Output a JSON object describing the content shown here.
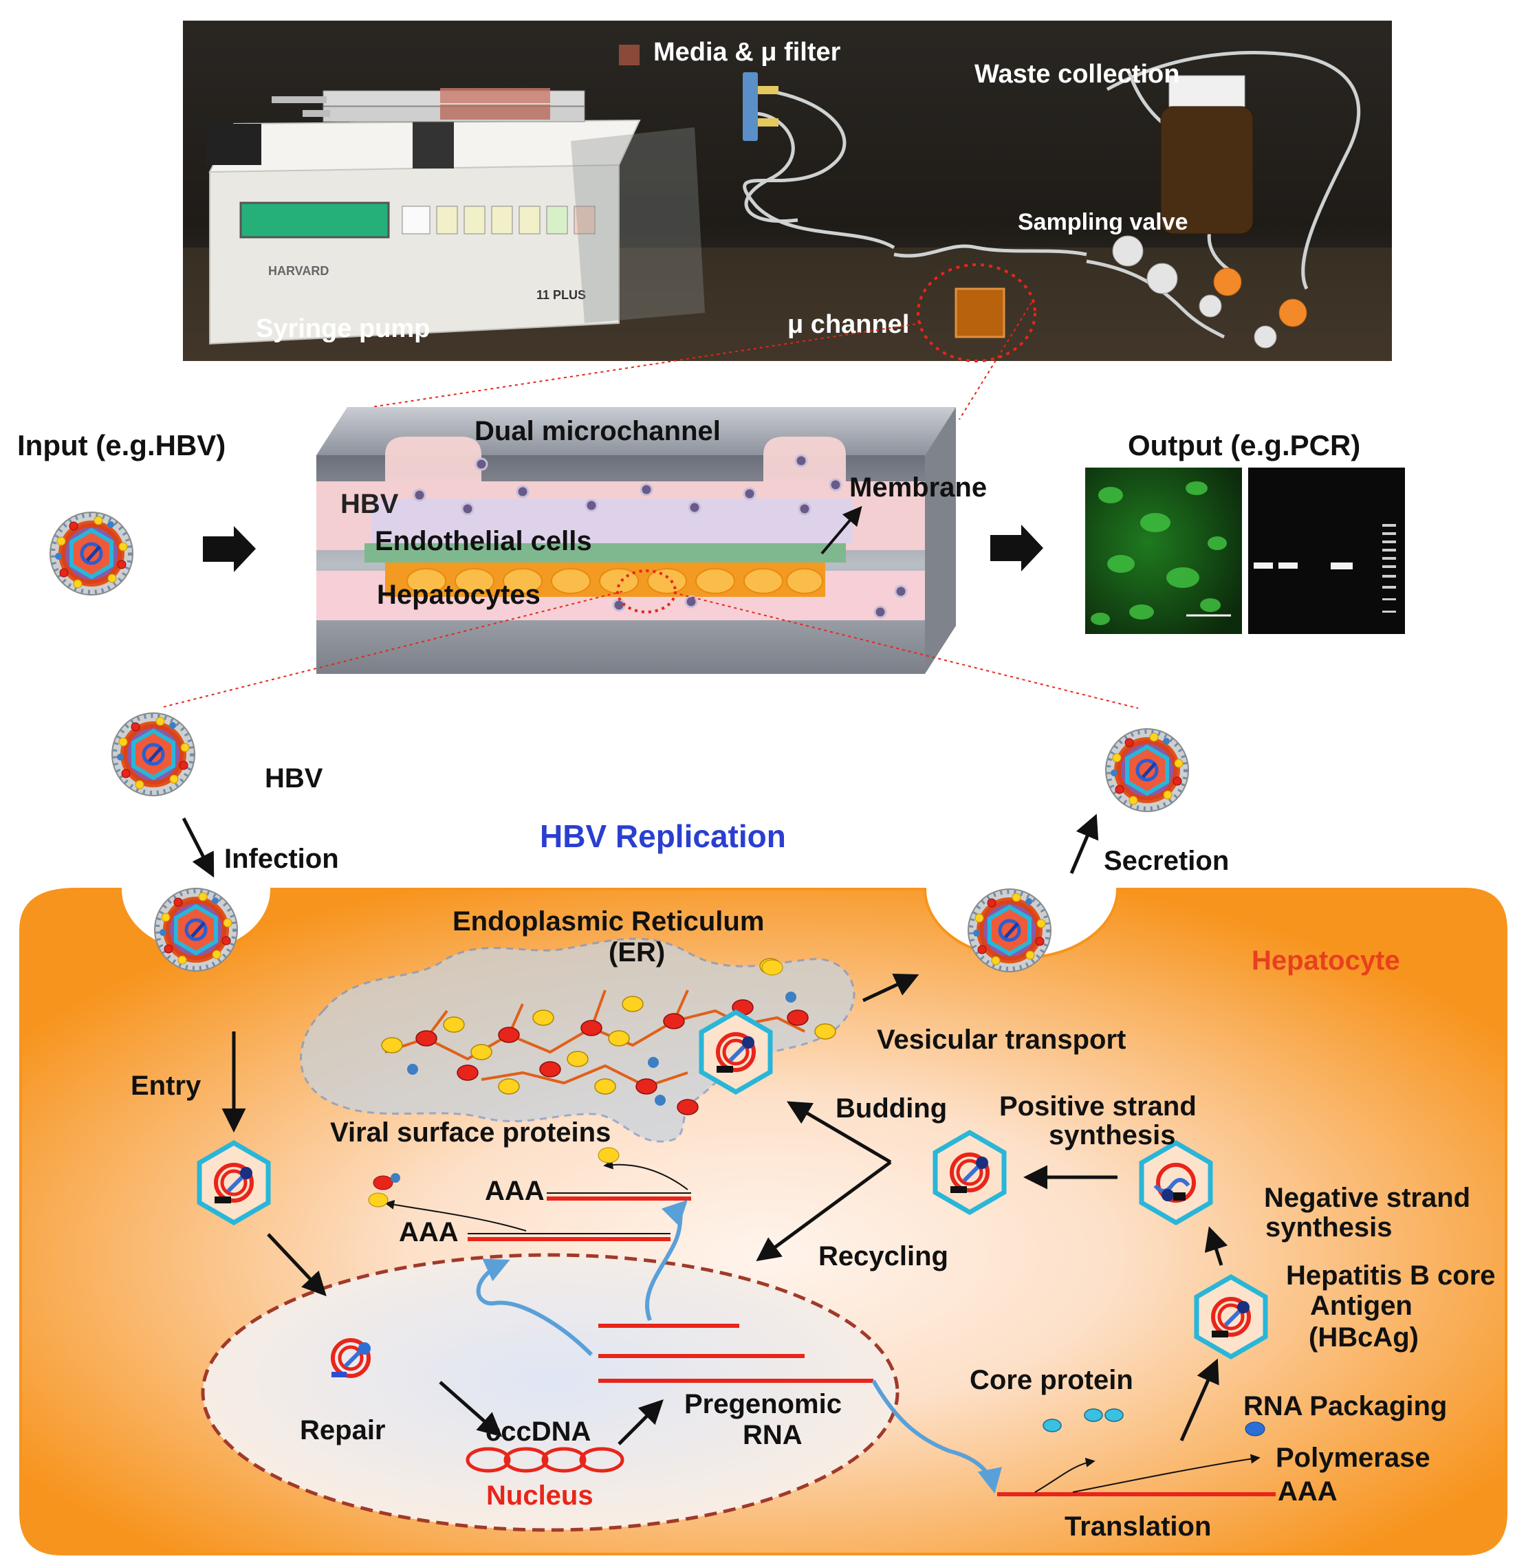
{
  "photo": {
    "labels": {
      "media_filter": "Media & μ filter",
      "waste": "Waste collection",
      "sampling": "Sampling valve",
      "pump": "Syringe pump",
      "channel": "μ channel",
      "pump_brand": "HARVARD",
      "pump_model": "11 PLUS"
    }
  },
  "device": {
    "input": "Input (e.g.HBV)",
    "output": "Output (e.g.PCR)",
    "title": "Dual microchannel",
    "hbv": "HBV",
    "membrane": "Membrane",
    "endothelial": "Endothelial cells",
    "hepatocytes": "Hepatocytes"
  },
  "cycle": {
    "title": "HBV Replication",
    "hbv": "HBV",
    "infection": "Infection",
    "secretion": "Secretion",
    "hepatocyte": "Hepatocyte",
    "er_line1": "Endoplasmic Reticulum",
    "er_line2": "(ER)",
    "vesicular": "Vesicular transport",
    "entry": "Entry",
    "viral_surface": "Viral surface proteins",
    "budding": "Budding",
    "positive_line1": "Positive strand",
    "positive_line2": "synthesis",
    "negative_line1": "Negative strand",
    "negative_line2": "synthesis",
    "recycling": "Recycling",
    "aaa": "AAA",
    "hbcag_line1": "Hepatitis B core",
    "hbcag_line2": "Antigen",
    "hbcag_line3": "(HBcAg)",
    "core_protein": "Core protein",
    "rna_packaging": "RNA Packaging",
    "polymerase": "Polymerase",
    "repair": "Repair",
    "cccdna": "cccDNA",
    "pregenomic_line1": "Pregenomic",
    "pregenomic_line2": "RNA",
    "nucleus": "Nucleus",
    "translation": "Translation"
  },
  "colors": {
    "title_blue": "#2a3fd0",
    "label_red": "#e8401f",
    "cell_orange": "#f7941d",
    "virion_cyan": "#29b6d8",
    "rna_red": "#e8251a"
  }
}
